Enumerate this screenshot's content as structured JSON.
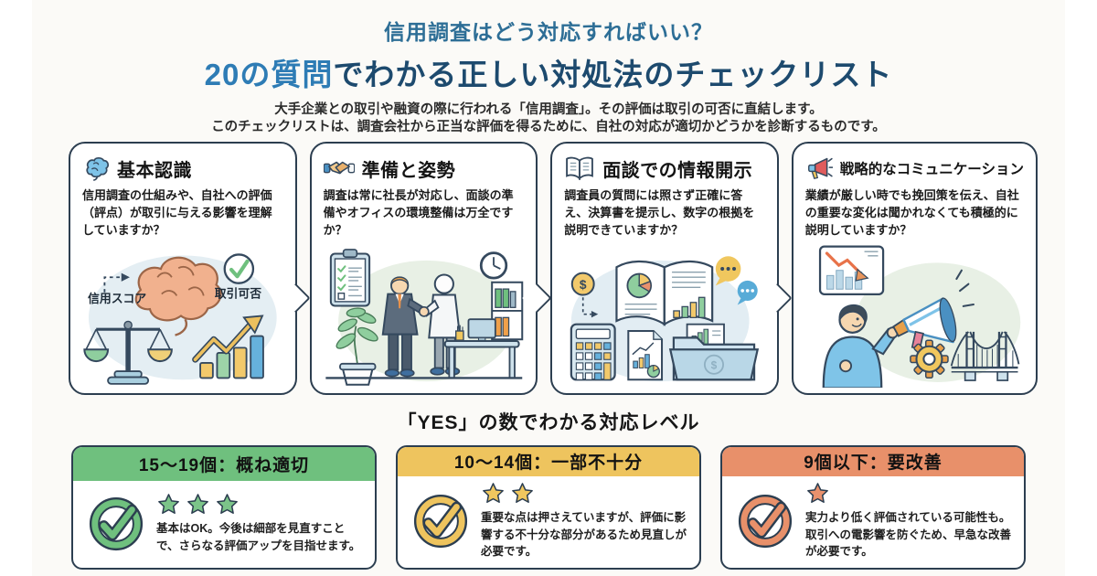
{
  "header": {
    "title_line1": "信用調査はどう対応すればいい？",
    "title_line2_highlight": "20の質問",
    "title_line2_rest": "でわかる正しい対処法のチェックリスト",
    "subtitle_line1": "大手企業との取引や融資の際に行われる「信用調査」。その評価は取引の可否に直結します。",
    "subtitle_line2": "このチェックリストは、調査会社から正当な評価を得るために、自社の対応が適切かどうかを診断するものです。"
  },
  "panels": [
    {
      "icon": "brain-icon",
      "title": "基本認識",
      "question": "信用調査の仕組みや、自社への評価（評点）が取引に与える影響を理解していますか？",
      "labels": {
        "score": "信用スコア",
        "deal": "取引可否",
        "coin": ""
      }
    },
    {
      "icon": "handshake-icon",
      "title": "準備と姿勢",
      "question": "調査は常に社長が対応し、面談の準備やオフィスの環境整備は万全ですか？"
    },
    {
      "icon": "open-book-icon",
      "title": "面談での情報開示",
      "question": "調査員の質問には照さず正確に答え、決算書を提示し、数字の根拠を説明できていますか？",
      "labels": {
        "coin": "$",
        "folder": "$"
      }
    },
    {
      "icon": "megaphone-icon",
      "title": "戦略的なコミュニケーション",
      "question": "業績が厳しい時でも挽回策を伝え、自社の重要な変化は聞かれなくても積極的に説明していますか？"
    }
  ],
  "results": {
    "heading": "「YES」の数でわかる対応レベル",
    "levels": [
      {
        "label": "15～19個：概ね適切",
        "stars": 3,
        "header_color": "#6fc07e",
        "accent_color": "#7cc489",
        "description": "基本はOK。今後は細部を見直すことで、さらなる評価アップを目指せます。"
      },
      {
        "label": "10～14個：一部不十分",
        "stars": 2,
        "header_color": "#eec45e",
        "accent_color": "#f0c75e",
        "description": "重要な点は押さえていますが、評価に影響する不十分な部分があるため見直しが必要です。"
      },
      {
        "label": "9個以下：要改善",
        "stars": 1,
        "header_color": "#e8906a",
        "accent_color": "#e8916d",
        "description": "実力より低く評価されている可能性も。取引への電影響を防ぐため、早急な改善が必要です。"
      }
    ]
  },
  "colors": {
    "outline_navy": "#2c3e50",
    "title_blue": "#2d6e96",
    "title_dark_blue": "#1d4a6e",
    "highlight_blue": "#2e7cb5",
    "blob_blue": "#e4eef3",
    "blob_green": "#e8f0e5",
    "bar_yellow": "#f2c96b",
    "bar_green": "#9dd3a8",
    "bar_blue": "#66b1dc"
  }
}
